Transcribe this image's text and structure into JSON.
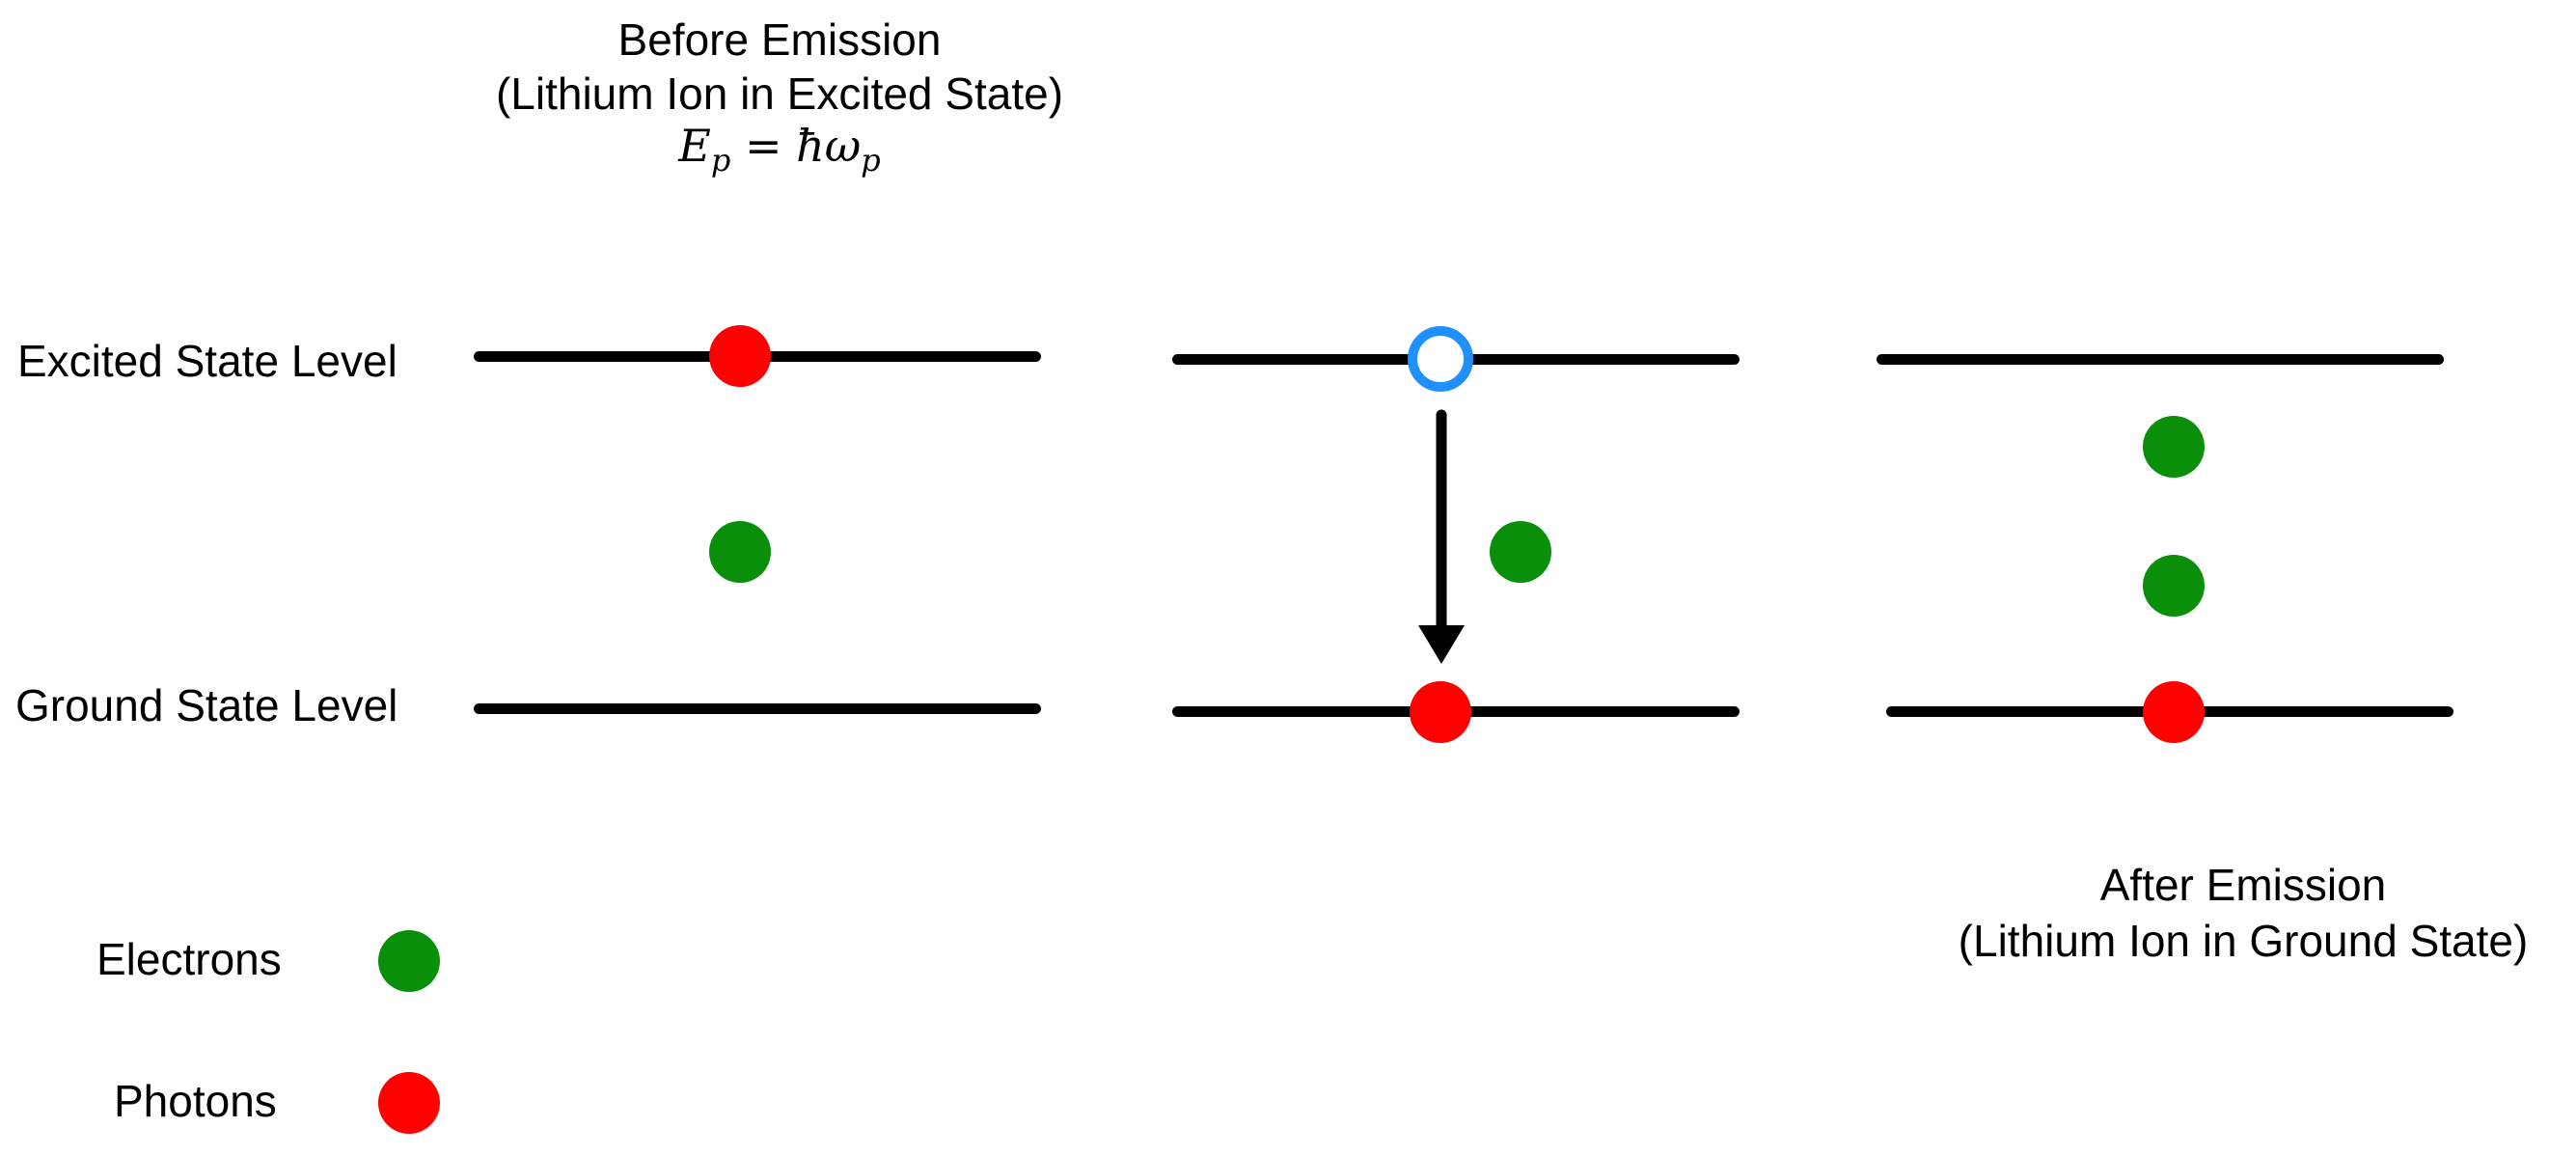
{
  "before": {
    "title_line1": "Before Emission",
    "title_line2": "(Lithium Ion in Excited State)",
    "formula_E": "E",
    "formula_sub1": "p",
    "formula_rest": " = ħω",
    "formula_sub2": "p"
  },
  "after": {
    "title_line1": "After Emission",
    "title_line2": "(Lithium Ion in Ground State)"
  },
  "levels": {
    "excited_label": "Excited State Level",
    "ground_label": "Ground State Level"
  },
  "legend": {
    "electrons_label": "Electrons",
    "photons_label": "Photons"
  },
  "colors": {
    "electron": "#0a8f0a",
    "photon": "#ff0000",
    "vacancy_ring": "#1e90ff",
    "level_line": "#000000"
  }
}
